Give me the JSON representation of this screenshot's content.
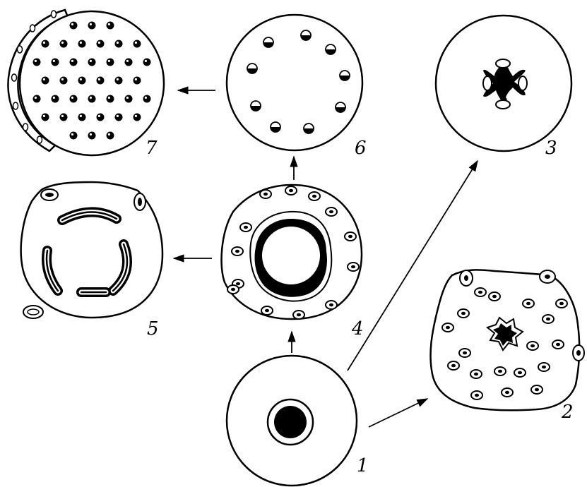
{
  "figure": {
    "stage_labels": {
      "s1": "1",
      "s2": "2",
      "s3": "3",
      "s4": "4",
      "s5": "5",
      "s6": "6",
      "s7": "7"
    },
    "colors": {
      "ink": "#000000",
      "paper": "#ffffff"
    }
  }
}
